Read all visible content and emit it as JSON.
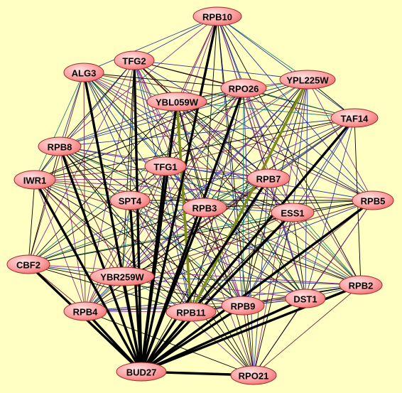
{
  "nodes": [
    {
      "id": "RPB10",
      "label": "RPB10"
    },
    {
      "id": "TFG2",
      "label": "TFG2"
    },
    {
      "id": "ALG3",
      "label": "ALG3"
    },
    {
      "id": "YPL225W",
      "label": "YPL225W"
    },
    {
      "id": "RPO26",
      "label": "RPO26"
    },
    {
      "id": "YBL059W",
      "label": "YBL059W"
    },
    {
      "id": "TAF14",
      "label": "TAF14"
    },
    {
      "id": "RPB8",
      "label": "RPB8"
    },
    {
      "id": "TFG1",
      "label": "TFG1"
    },
    {
      "id": "RPB7",
      "label": "RPB7"
    },
    {
      "id": "IWR1",
      "label": "IWR1"
    },
    {
      "id": "SPT4",
      "label": "SPT4"
    },
    {
      "id": "RPB3",
      "label": "RPB3"
    },
    {
      "id": "ESS1",
      "label": "ESS1"
    },
    {
      "id": "RPB5",
      "label": "RPB5"
    },
    {
      "id": "CBF2",
      "label": "CBF2"
    },
    {
      "id": "YBR259W",
      "label": "YBR259W"
    },
    {
      "id": "RPB2",
      "label": "RPB2"
    },
    {
      "id": "DST1",
      "label": "DST1"
    },
    {
      "id": "RPB9",
      "label": "RPB9"
    },
    {
      "id": "RPB4",
      "label": "RPB4"
    },
    {
      "id": "RPB11",
      "label": "RPB11"
    },
    {
      "id": "BUD27",
      "label": "BUD27"
    },
    {
      "id": "RPO21",
      "label": "RPO21"
    }
  ],
  "colors": {
    "background": "#ffffc4",
    "node_fill_light": "#ffd6d6",
    "node_fill_dark": "#f06868",
    "node_stroke": "#9a2c2c",
    "edge_black": "#000000",
    "edge_purple": "#8b2c8b",
    "edge_blue": "#2a3a9a",
    "edge_teal": "#1f7f6f",
    "edge_olive": "#7a8c1a",
    "edge_maroon": "#7a1f3a"
  },
  "thick_edges": [
    [
      "BUD27",
      "RPB10"
    ],
    [
      "BUD27",
      "ALG3"
    ],
    [
      "BUD27",
      "RPB8"
    ],
    [
      "BUD27",
      "IWR1"
    ],
    [
      "BUD27",
      "CBF2"
    ],
    [
      "BUD27",
      "RPB4"
    ],
    [
      "BUD27",
      "YBR259W"
    ],
    [
      "BUD27",
      "SPT4"
    ],
    [
      "BUD27",
      "TFG2"
    ],
    [
      "BUD27",
      "TFG1"
    ],
    [
      "BUD27",
      "YBL059W"
    ],
    [
      "BUD27",
      "RPO26"
    ],
    [
      "BUD27",
      "RPB3"
    ],
    [
      "BUD27",
      "RPB7"
    ],
    [
      "BUD27",
      "ESS1"
    ],
    [
      "BUD27",
      "TAF14"
    ],
    [
      "BUD27",
      "RPB5"
    ],
    [
      "BUD27",
      "RPB2"
    ],
    [
      "BUD27",
      "DST1"
    ],
    [
      "BUD27",
      "RPB9"
    ],
    [
      "BUD27",
      "RPB11"
    ],
    [
      "BUD27",
      "RPO21"
    ]
  ],
  "olive_thick_edges": [
    [
      "YPL225W",
      "RPB11"
    ],
    [
      "YBL059W",
      "RPB11"
    ]
  ],
  "edge_density_note": ""
}
